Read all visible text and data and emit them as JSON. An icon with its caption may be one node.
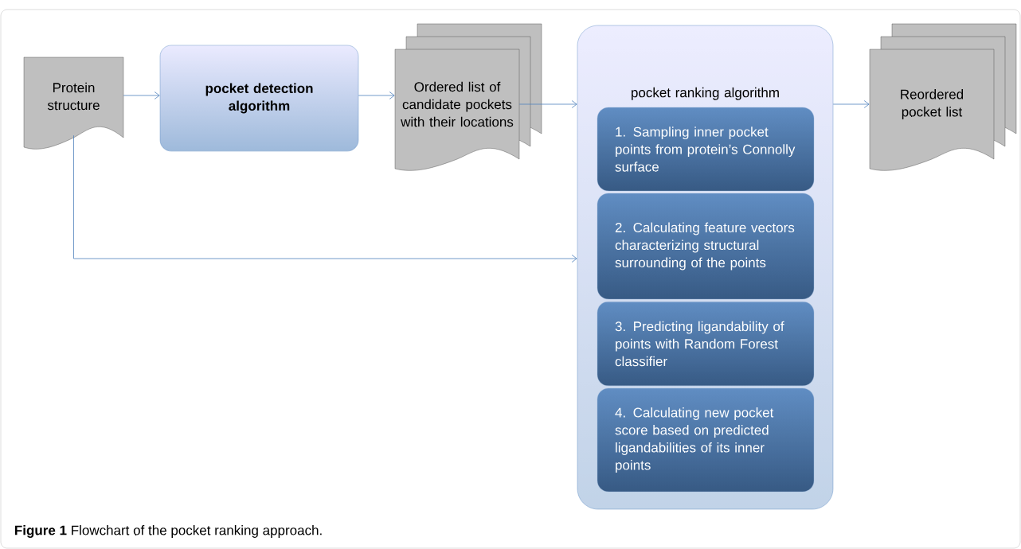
{
  "diagram": {
    "caption": "**Figure 1** Flowchart of the pocket ranking approach.",
    "nodes": [
      {
        "text": [
          "Protein structure"
        ]
      },
      {
        "text": [
          "pocket detection algorithm"
        ]
      },
      {
        "text": [
          "Ordered list of candidate pockets with their locations"
        ]
      },
      {
        "text": [
          "pocket ranking algorithm"
        ]
      },
      {
        "text": [
          "1. Sampling inner pocket points from protein’s Connolly surface"
        ],
        "in": 3
      },
      {
        "text": [
          "2. Calculating feature vectors characterizing structural surrounding of the points"
        ],
        "in": 3
      },
      {
        "text": [
          "3. Predicting ligandability of points with Random Forest classifier"
        ],
        "in": 3
      },
      {
        "text": [
          "4. Calculating new pocket score based on predicted ligandabilities of its inner points"
        ],
        "in": 3
      },
      {
        "text": [
          "Reordered pocket list"
        ]
      }
    ],
    "edges": [
      {
        "from": 0,
        "to": 1,
        "arrow": "to"
      },
      {
        "from": 1,
        "to": 2,
        "arrow": "to"
      },
      {
        "from": 2,
        "to": 3,
        "arrow": "to"
      },
      {
        "from": 3,
        "to": 8,
        "arrow": "to"
      },
      {
        "from": 0,
        "to": 3,
        "arrow": "to"
      }
    ]
  }
}
